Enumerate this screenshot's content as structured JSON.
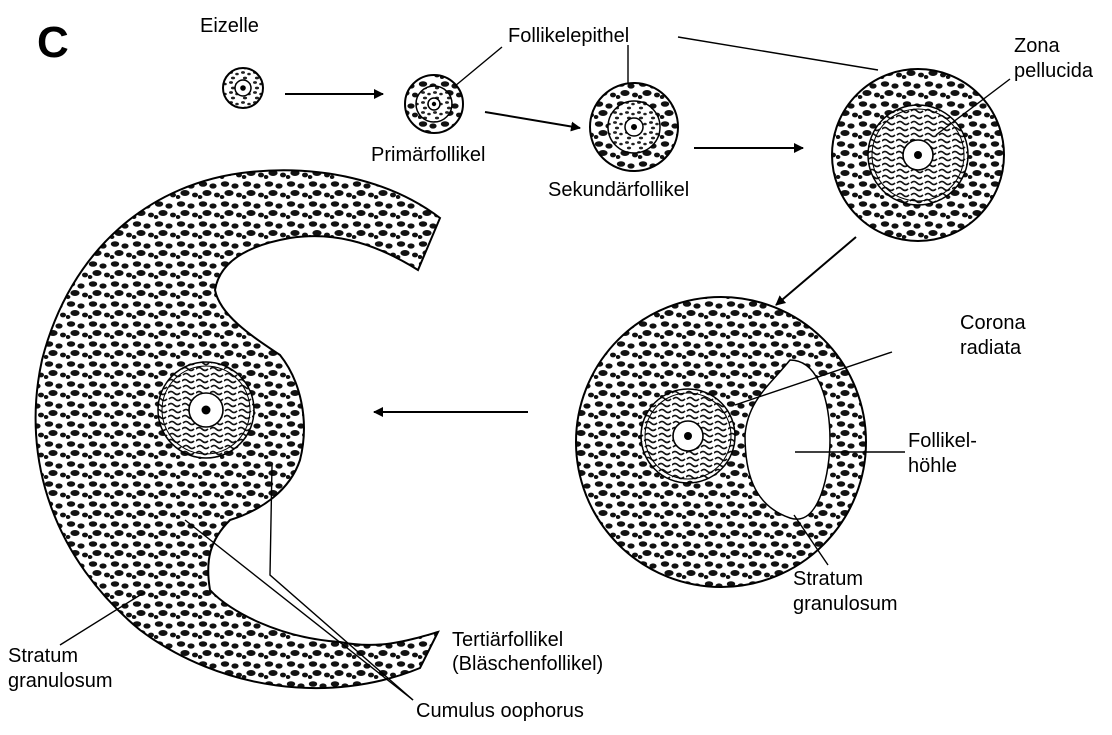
{
  "panel_label": "C",
  "labels": {
    "eizelle": "Eizelle",
    "follikelepithel": "Follikelepithel",
    "zona_line1": "Zona",
    "zona_line2": "pellucida",
    "primaerfollikel": "Primärfollikel",
    "sekundaerfollikel": "Sekundärfollikel",
    "corona_line1": "Corona",
    "corona_line2": "radiata",
    "hoehle_line1": "Follikel-",
    "hoehle_line2": "höhle",
    "stratum_right_line1": "Stratum",
    "stratum_right_line2": "granulosum",
    "tertiaer_line1": "Tertiärfollikel",
    "tertiaer_line2": "(Bläschenfollikel)",
    "stratum_left_line1": "Stratum",
    "stratum_left_line2": "granulosum",
    "cumulus": "Cumulus oophorus"
  },
  "colors": {
    "ink": "#000000",
    "paper": "#ffffff"
  }
}
